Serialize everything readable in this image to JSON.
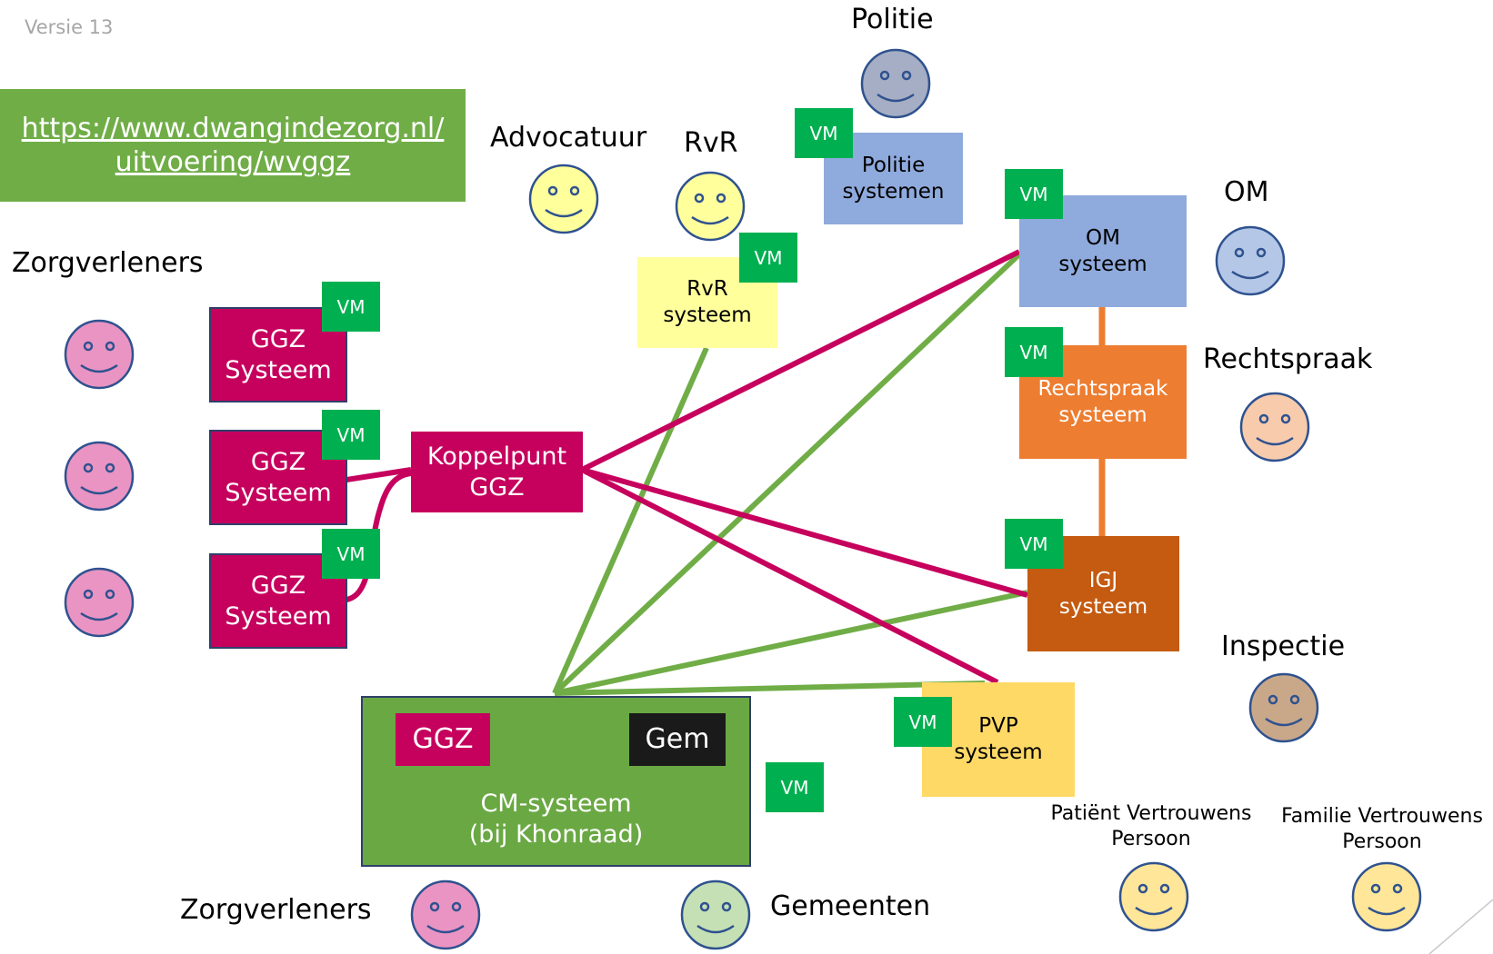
{
  "version_label": "Versie 13",
  "link": {
    "line1": "https://www.dwangindezorg.nl/",
    "line2": "uitvoering/wvggz"
  },
  "actors": {
    "politie": "Politie",
    "advocatuur": "Advocatuur",
    "rvr": "RvR",
    "om": "OM",
    "rechtspraak": "Rechtspraak",
    "inspectie": "Inspectie",
    "zorgverleners_top": "Zorgverleners",
    "zorgverleners_bottom": "Zorgverleners",
    "gemeenten": "Gemeenten",
    "pvp_line1": "Patiënt Vertrouwens",
    "pvp_line2": "Persoon",
    "fvp_line1": "Familie Vertrouwens",
    "fvp_line2": "Persoon"
  },
  "systems": {
    "politie": {
      "line1": "Politie",
      "line2": "systemen"
    },
    "om": {
      "line1": "OM",
      "line2": "systeem"
    },
    "rvr": {
      "line1": "RvR",
      "line2": "systeem"
    },
    "rechtspraak": {
      "line1": "Rechtspraak",
      "line2": "systeem"
    },
    "igj": {
      "line1": "IGJ",
      "line2": "systeem"
    },
    "pvp": {
      "line1": "PVP",
      "line2": "systeem"
    },
    "ggz1": {
      "line1": "GGZ",
      "line2": "Systeem"
    },
    "ggz2": {
      "line1": "GGZ",
      "line2": "Systeem"
    },
    "ggz3": {
      "line1": "GGZ",
      "line2": "Systeem"
    },
    "koppelpunt": {
      "line1": "Koppelpunt",
      "line2": "GGZ"
    },
    "cm": {
      "line1": "CM-systeem",
      "line2": "(bij Khonraad)",
      "ggz": "GGZ",
      "gem": "Gem"
    }
  },
  "vm_label": "VM",
  "colors": {
    "magenta": "#c6005d",
    "green_line": "#70ad47",
    "cm_green": "#6aa843",
    "vm_green": "#00b050",
    "orange": "#ed7d31",
    "dark_orange": "#c55a11",
    "blue": "#8faadc",
    "yellow": "#ffff9c",
    "pvp_yellow": "#ffd966",
    "link_bg": "#70ad47"
  }
}
